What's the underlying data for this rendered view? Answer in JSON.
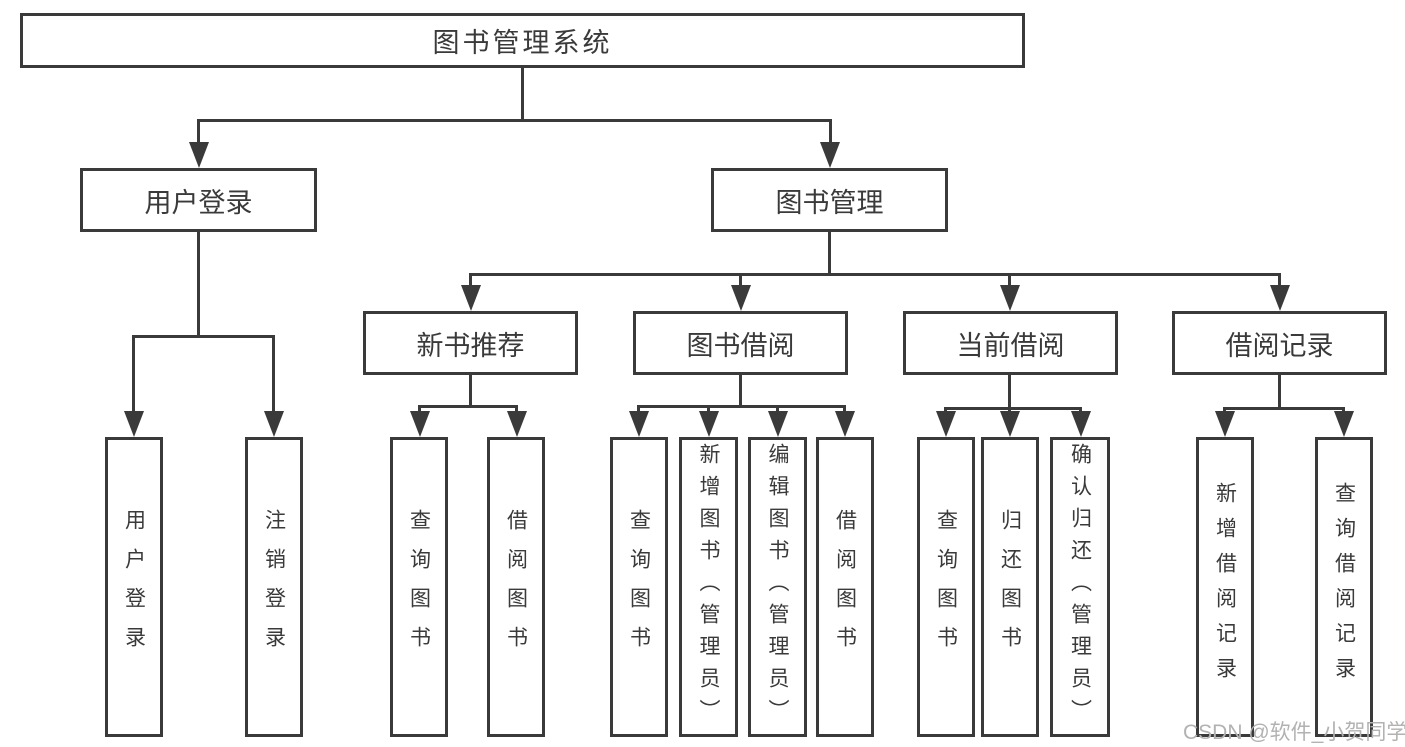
{
  "colors": {
    "line": "#3a3a3a",
    "box_border": "#3a3a3a",
    "text": "#3a3a3a",
    "background": "#ffffff",
    "watermark": "#b2b2b2"
  },
  "tree": {
    "root": "图书管理系统",
    "branches": [
      {
        "label": "用户登录",
        "children": [
          "用户登录",
          "注销登录"
        ]
      },
      {
        "label": "图书管理",
        "groups": [
          {
            "label": "新书推荐",
            "children": [
              "查询图书",
              "借阅图书"
            ]
          },
          {
            "label": "图书借阅",
            "children": [
              "查询图书",
              "新增图书（管理员）",
              "编辑图书（管理员）",
              "借阅图书"
            ]
          },
          {
            "label": "当前借阅",
            "children": [
              "查询图书",
              "归还图书",
              "确认归还（管理员）"
            ]
          },
          {
            "label": "借阅记录",
            "children": [
              "新增借阅记录",
              "查询借阅记录"
            ]
          }
        ]
      }
    ]
  },
  "watermark": {
    "text": "CSDN @软件_小贺同学"
  }
}
